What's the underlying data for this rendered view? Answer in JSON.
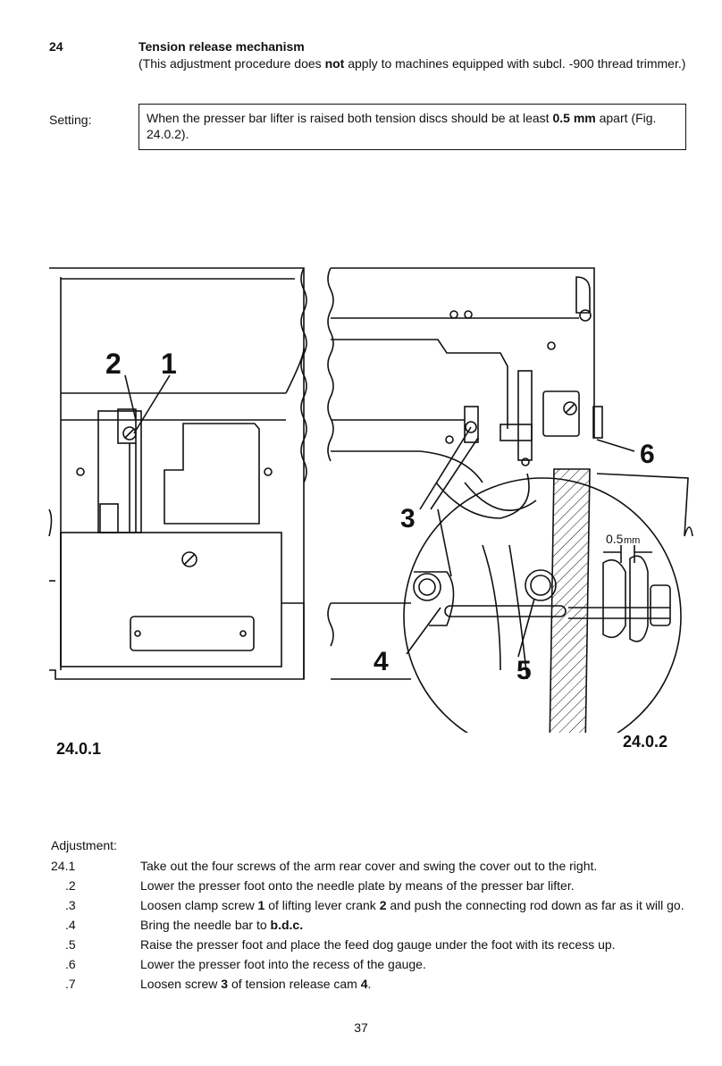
{
  "section": {
    "number": "24",
    "title": "Tension release mechanism",
    "note_pre": "(This adjustment procedure does ",
    "note_bold": "not",
    "note_post": " apply to machines equipped with subcl. -900 thread trimmer.)"
  },
  "setting": {
    "label": "Setting:",
    "text_pre": "When the presser bar lifter is raised both tension discs should be at least ",
    "text_bold": "0.5 mm",
    "text_post": " apart (Fig. 24.0.2)."
  },
  "figures": {
    "fig1_label": "24.0.1",
    "fig2_label": "24.0.2",
    "callouts": {
      "c1": "1",
      "c2": "2",
      "c3": "3",
      "c4": "4",
      "c5": "5",
      "c6": "6"
    },
    "gap_label": "0.5",
    "gap_unit": "mm"
  },
  "adjustment": {
    "label": "Adjustment:",
    "steps": [
      {
        "num": "24.1",
        "parts": [
          "Take out the four screws of the arm rear cover and swing the cover out to the right."
        ]
      },
      {
        "num": ".2",
        "parts": [
          "Lower the presser foot onto the needle plate by means of the presser bar lifter."
        ]
      },
      {
        "num": ".3",
        "parts": [
          "Loosen clamp screw ",
          "1",
          " of lifting lever crank ",
          "2",
          " and push the connecting rod down as far as it will go."
        ]
      },
      {
        "num": ".4",
        "parts": [
          "Bring the needle bar to ",
          "b.d.c.",
          ""
        ]
      },
      {
        "num": ".5",
        "parts": [
          "Raise the presser foot and place the feed dog gauge under the foot with its recess up."
        ]
      },
      {
        "num": ".6",
        "parts": [
          "Lower the presser foot into the recess of the gauge."
        ]
      },
      {
        "num": ".7",
        "parts": [
          "Loosen screw ",
          "3",
          " of tension release cam ",
          "4",
          "."
        ]
      }
    ]
  },
  "page_number": "37"
}
